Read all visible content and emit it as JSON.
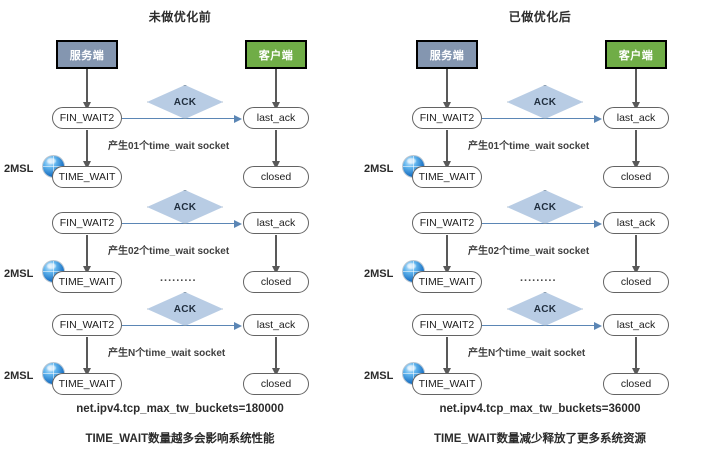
{
  "diagram": {
    "title_semantics": "TCP TIME_WAIT state lifecycle before and after tcp_max_tw_buckets tuning",
    "icons": {
      "globe": "globe-clock-icon",
      "ack": "ack-diamond-icon"
    },
    "shared": {
      "server_label": "服务端",
      "client_label": "客户端",
      "fin_wait_label": "FIN_WAIT2",
      "time_wait_label": "TIME_WAIT",
      "last_ack_label": "last_ack",
      "closed_label": "closed",
      "ack_label": "ACK",
      "msl_label": "2MSL",
      "ellipsis": ".........",
      "colors": {
        "server_fill": "#8496b0",
        "client_fill": "#70ad47",
        "ack_fill": "#b8cce4",
        "ack_border": "#7b8fa3",
        "pill_border": "#636363",
        "v_arrow": "#595959",
        "h_arrow": "#5b86b5"
      }
    },
    "panels": [
      {
        "id": "before",
        "title": "未做优化前",
        "cycles": [
          {
            "note": "产生01个time_wait socket"
          },
          {
            "note": "产生02个time_wait socket"
          },
          {
            "note": "产生N个time_wait socket"
          }
        ],
        "sysctl": "net.ipv4.tcp_max_tw_buckets=180000",
        "summary": "TIME_WAIT数量越多会影响系统性能"
      },
      {
        "id": "after",
        "title": "已做优化后",
        "cycles": [
          {
            "note": "产生01个time_wait socket"
          },
          {
            "note": "产生02个time_wait socket"
          },
          {
            "note": "产生N个time_wait socket"
          }
        ],
        "sysctl": "net.ipv4.tcp_max_tw_buckets=36000",
        "summary": "TIME_WAIT数量减少释放了更多系统资源"
      }
    ]
  }
}
